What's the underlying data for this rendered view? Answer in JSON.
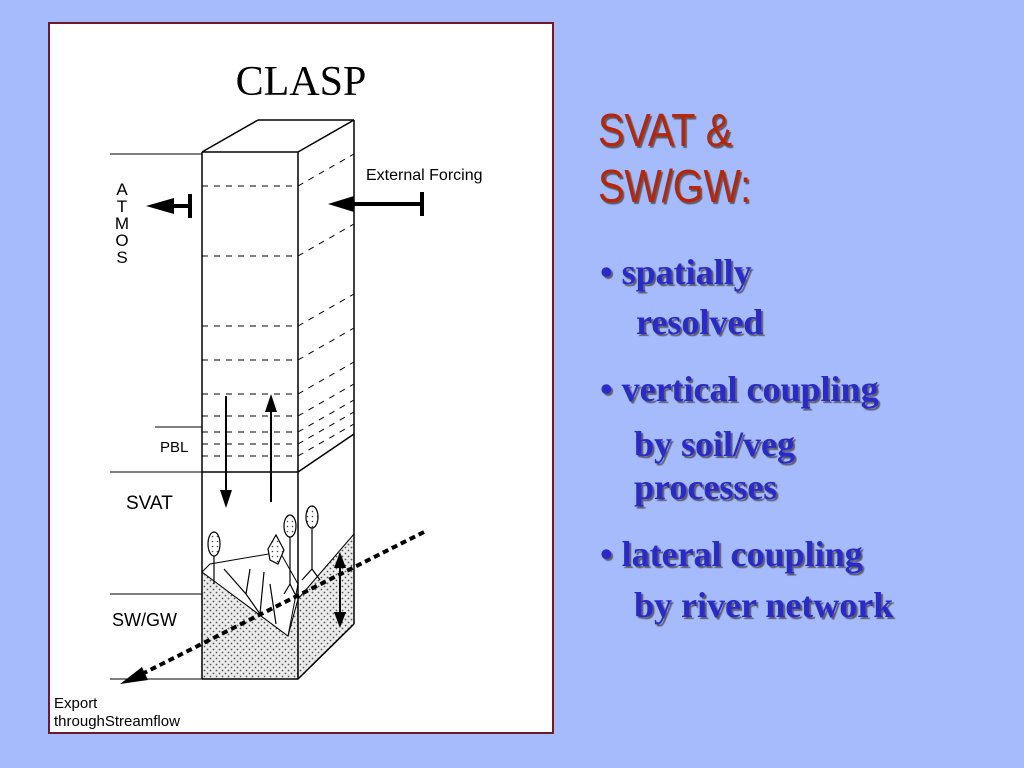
{
  "slide": {
    "heading_line1": "SVAT &",
    "heading_line2": "SW/GW:",
    "bullets": [
      {
        "line1": "• spatially",
        "line2": "resolved"
      },
      {
        "line1": "• vertical coupling",
        "line2": "by soil/veg",
        "line3": "processes"
      },
      {
        "line1": "• lateral coupling",
        "line2": "by river network"
      }
    ],
    "colors": {
      "background": "#a6bbfb",
      "heading": "#b5270b",
      "bullets": "#2a2ac7",
      "panel_border": "#6e1a2a"
    }
  },
  "diagram": {
    "title": "CLASP",
    "atmos_letters": [
      "A",
      "T",
      "M",
      "O",
      "S"
    ],
    "external_forcing": "External Forcing",
    "pbl": "PBL",
    "svat": "SVAT",
    "swgw": "SW/GW",
    "export_line1": "Export",
    "export_line2": "throughStreamflow"
  }
}
